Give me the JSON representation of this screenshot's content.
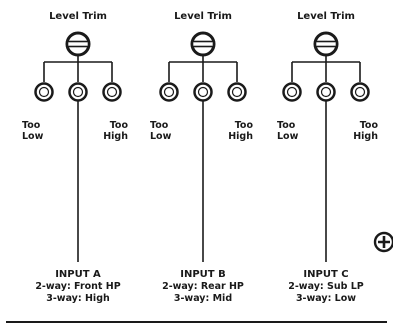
{
  "channels": [
    {
      "trim_label": "Level Trim",
      "too_low_1": "Too",
      "too_low_2": "Low",
      "too_high_1": "Too",
      "too_high_2": "High",
      "input_title": "INPUT A",
      "two_way": "2-way: Front HP",
      "three_way": "3-way: High"
    },
    {
      "trim_label": "Level Trim",
      "too_low_1": "Too",
      "too_low_2": "Low",
      "too_high_1": "Too",
      "too_high_2": "High",
      "input_title": "INPUT B",
      "two_way": "2-way: Rear HP",
      "three_way": "3-way: Mid"
    },
    {
      "trim_label": "Level Trim",
      "too_low_1": "Too",
      "too_low_2": "Low",
      "too_high_1": "Too",
      "too_high_2": "High",
      "input_title": "INPUT C",
      "two_way": "2-way: Sub LP",
      "three_way": "3-way: Low"
    }
  ]
}
